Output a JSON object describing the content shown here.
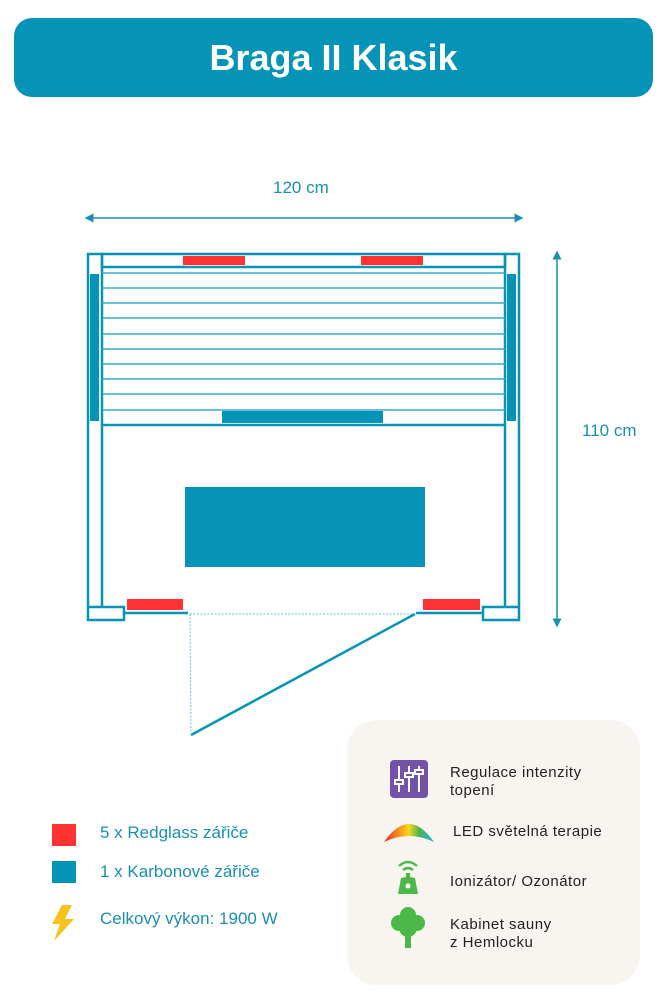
{
  "title": "Braga II Klasik",
  "dimensions": {
    "width": "120 cm",
    "depth": "110 cm"
  },
  "legend": [
    {
      "label": "5 x Redglass zářiče",
      "color": "#ff3333"
    },
    {
      "label": "1 x Karbonové zářiče",
      "color": "#0693b8"
    },
    {
      "label": "Celkový výkon: 1900 W",
      "icon": "lightning-icon"
    }
  ],
  "features": [
    {
      "line1": "Regulace intenzity",
      "line2": "topení",
      "icon": "sliders-icon"
    },
    {
      "line1": "LED světelná terapie",
      "icon": "rainbow-icon"
    },
    {
      "line1": "Ionizátor/ Ozonátor",
      "icon": "ionizer-icon"
    },
    {
      "line1": "Kabinet sauny",
      "line2": "z Hemlocku",
      "icon": "tree-icon"
    }
  ]
}
